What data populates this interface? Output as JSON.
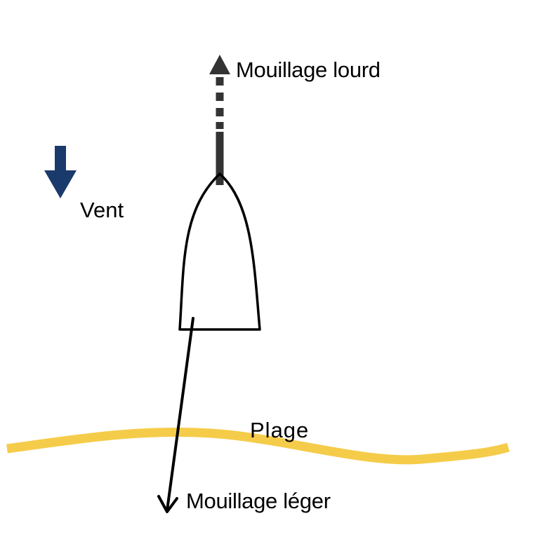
{
  "labels": {
    "heavy_anchor": "Mouillage lourd",
    "wind": "Vent",
    "beach": "Plage",
    "light_anchor": "Mouillage léger"
  },
  "colors": {
    "wind_arrow": "#1a3a6b",
    "beach_line": "#f5cc4a",
    "boat_outline": "#000000",
    "heavy_anchor_rode": "#333333",
    "light_anchor_rode": "#000000"
  },
  "icons": {
    "wind": "arrow-down-icon",
    "heavy_anchor": "dashed-arrow-up-icon",
    "light_anchor": "arrow-down-icon"
  }
}
